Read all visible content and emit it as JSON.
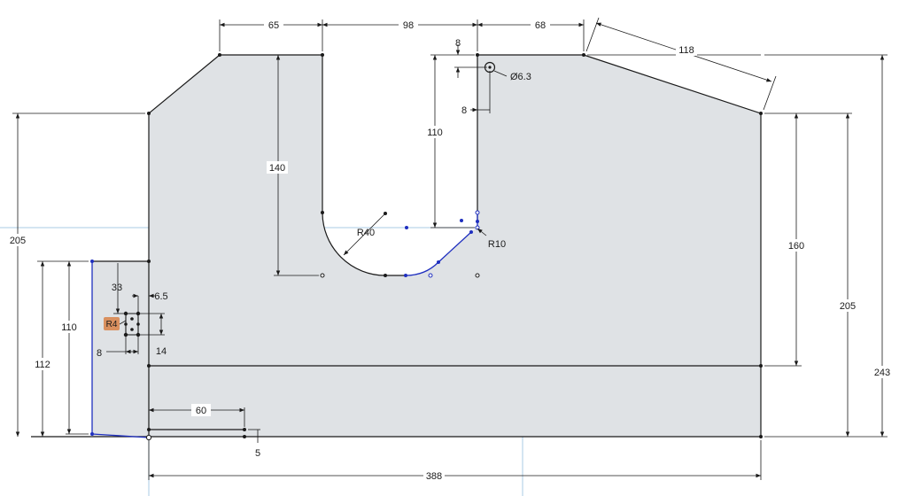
{
  "colors": {
    "background": "#ffffff",
    "sketch_fill": "#dfe2e5",
    "sketch_line": "#1a1a1a",
    "constrained_blue": "#1f2fbf",
    "guide_blue": "#a9cbe6",
    "badge_fill": "#d9905f"
  },
  "dimensions": {
    "d65": "65",
    "d98": "98",
    "d68": "68",
    "d118": "118",
    "d8_top": "8",
    "d8_right": "8",
    "hole_dia": "Ø6.3",
    "d110_slot": "110",
    "d140": "140",
    "r40": "R40",
    "r10": "R10",
    "d160": "160",
    "d205_right": "205",
    "d243": "243",
    "d205_left": "205",
    "d112": "112",
    "d110_left": "110",
    "d33": "33",
    "d6_5": "6.5",
    "r4": "R4",
    "d8_bottom": "8",
    "d14": "14",
    "d60": "60",
    "d5": "5",
    "d388": "388"
  }
}
